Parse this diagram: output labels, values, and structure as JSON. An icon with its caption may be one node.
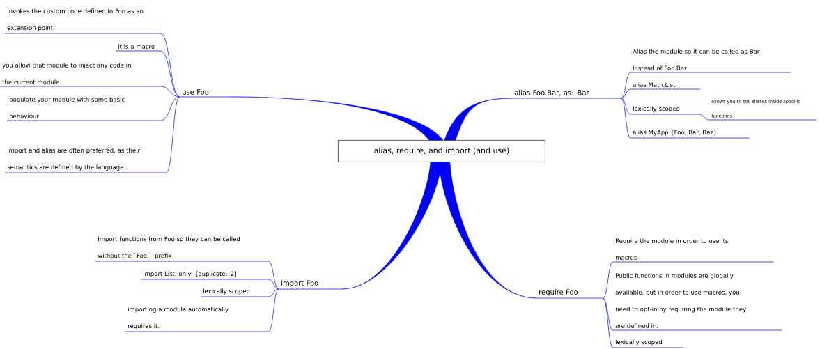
{
  "diagram": {
    "nodes": [
      {
        "text": [
          "alias, require, and import  (and use)"
        ]
      },
      {
        "text": [
          "use Foo"
        ]
      },
      {
        "text": [
          "Invokes the custom code defined in Foo as an extension point"
        ]
      },
      {
        "text": [
          "it is a macro"
        ]
      },
      {
        "text": [
          "you allow that module to inject any code in the current module"
        ]
      },
      {
        "text": [
          "populate your module with some basic behaviour"
        ]
      },
      {
        "text": [
          "import and alias are often preferred, as their semantics are defined by the language."
        ]
      },
      {
        "text": [
          "alias Foo.Bar, as: Bar"
        ]
      },
      {
        "text": [
          "Alias the module so it can be called as Bar instead of Foo.Bar"
        ]
      },
      {
        "text": [
          "alias Math.List"
        ]
      },
      {
        "text": [
          "lexically scoped"
        ]
      },
      {
        "text": [
          "allows you to set aliases inside specific functions"
        ]
      },
      {
        "text": [
          "alias MyApp.{Foo, Bar, Baz}"
        ]
      },
      {
        "text": [
          "import Foo"
        ]
      },
      {
        "text": [
          "Import functions from Foo so they can be called without the `Foo.` prefix"
        ]
      },
      {
        "text": [
          "import List, only: [duplicate: 2]"
        ]
      },
      {
        "text": [
          "lexically scoped"
        ]
      },
      {
        "text": [
          "importing a module automatically requires it."
        ]
      },
      {
        "text": [
          "require Foo"
        ]
      },
      {
        "text": [
          "Require the module in order to use its macros"
        ]
      },
      {
        "text": [
          "Public functions in modules are globally available, but in order to use macros, you need to opt-in by requiring the module they are defined in."
        ]
      },
      {
        "text": [
          "lexically scoped"
        ]
      }
    ],
    "edges": [
      {
        "from": 0,
        "to": 1,
        "arrow": "none",
        "style": "thick",
        "color": "#0000ff"
      },
      {
        "from": 1,
        "to": 2,
        "arrow": "none"
      },
      {
        "from": 1,
        "to": 3,
        "arrow": "none"
      },
      {
        "from": 1,
        "to": 4,
        "arrow": "none"
      },
      {
        "from": 1,
        "to": 5,
        "arrow": "none"
      },
      {
        "from": 1,
        "to": 6,
        "arrow": "none"
      },
      {
        "from": 0,
        "to": 7,
        "arrow": "none",
        "style": "thick",
        "color": "#0000ff"
      },
      {
        "from": 7,
        "to": 8,
        "arrow": "none"
      },
      {
        "from": 7,
        "to": 9,
        "arrow": "none"
      },
      {
        "from": 7,
        "to": 10,
        "arrow": "none"
      },
      {
        "from": 10,
        "to": 11,
        "arrow": "none"
      },
      {
        "from": 7,
        "to": 12,
        "arrow": "none"
      },
      {
        "from": 0,
        "to": 13,
        "arrow": "none",
        "style": "thick",
        "color": "#0000ff"
      },
      {
        "from": 13,
        "to": 14,
        "arrow": "none"
      },
      {
        "from": 13,
        "to": 15,
        "arrow": "none"
      },
      {
        "from": 13,
        "to": 16,
        "arrow": "none"
      },
      {
        "from": 13,
        "to": 17,
        "arrow": "none"
      },
      {
        "from": 0,
        "to": 18,
        "arrow": "none",
        "style": "thick",
        "color": "#0000ff"
      },
      {
        "from": 18,
        "to": 19,
        "arrow": "none"
      },
      {
        "from": 18,
        "to": 20,
        "arrow": "none"
      },
      {
        "from": 18,
        "to": 21,
        "arrow": "none"
      }
    ]
  }
}
